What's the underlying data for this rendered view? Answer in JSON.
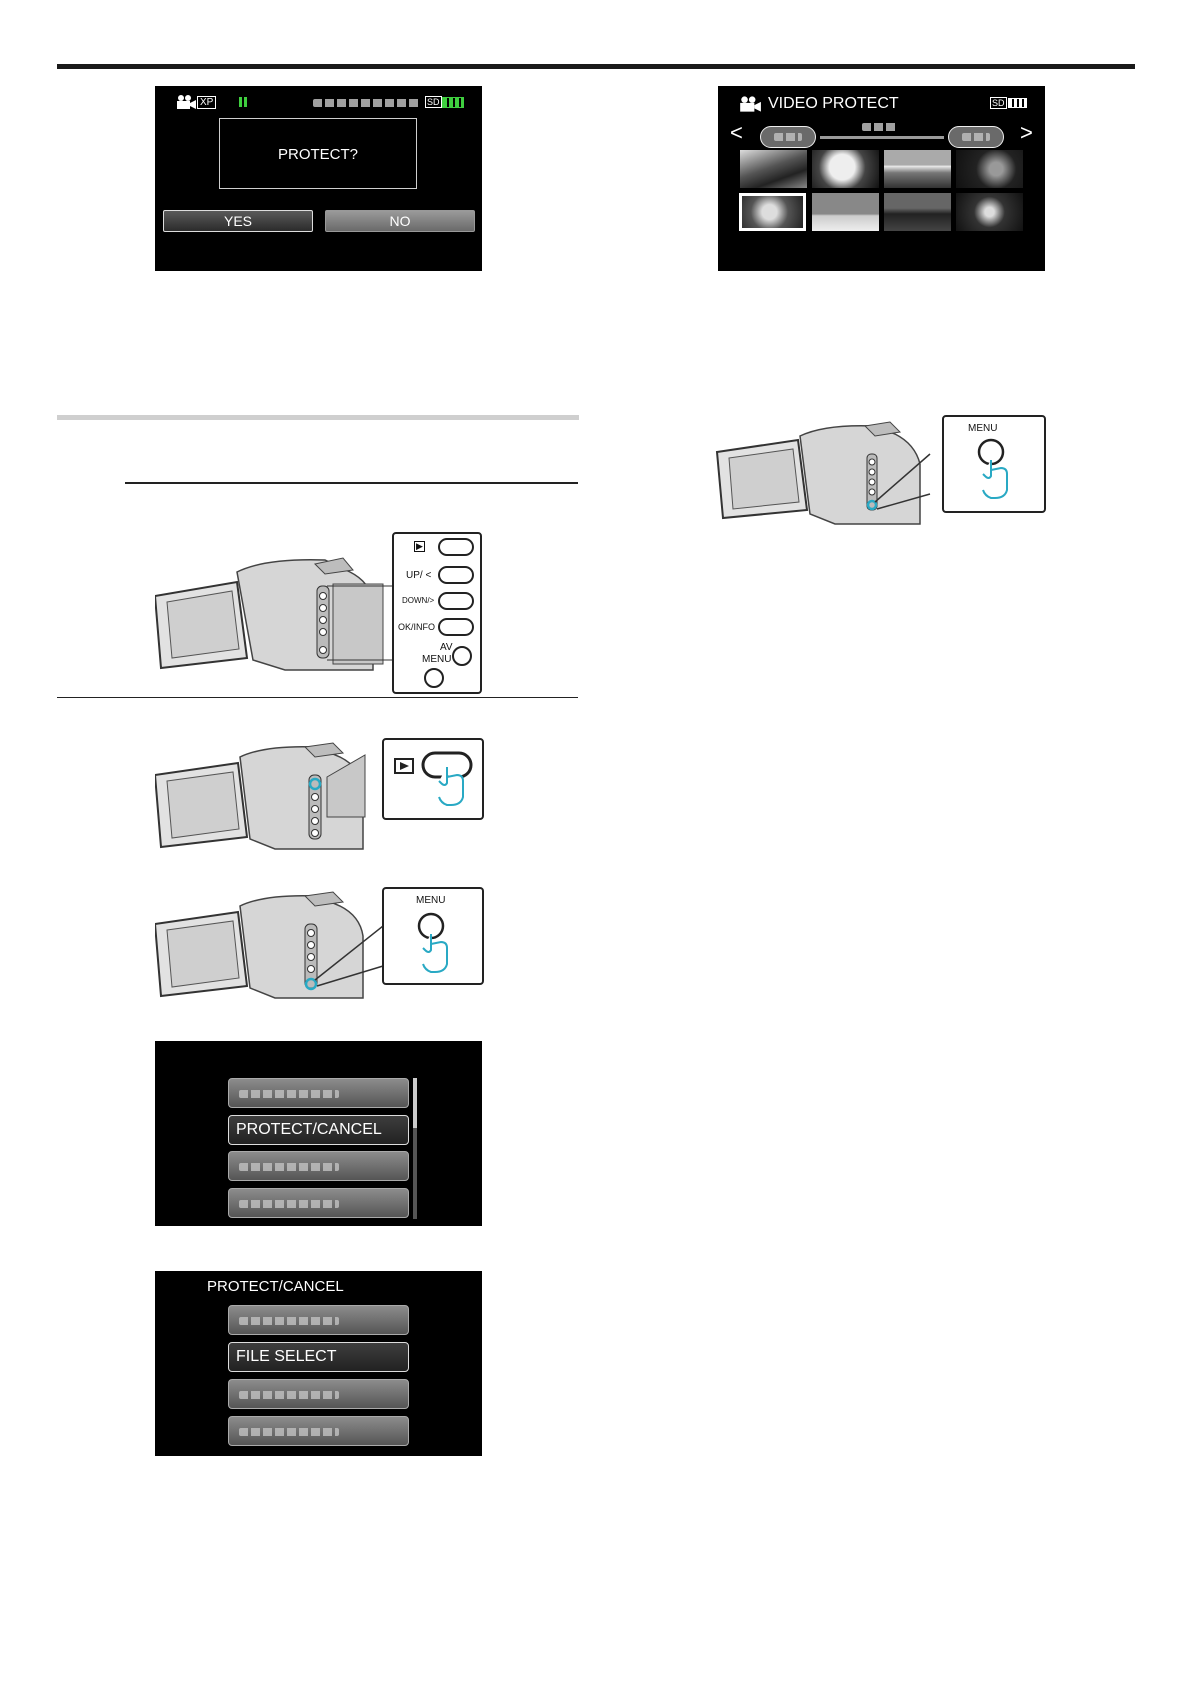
{
  "protect_confirm": {
    "question": "PROTECT?",
    "yes_label": "YES",
    "no_label": "NO",
    "mode_icon": "video-camera-icon",
    "quality_badge": "XP",
    "media_badge": "SD"
  },
  "video_protect": {
    "title": "VIDEO PROTECT",
    "media_badge": "SD",
    "prev_glyph": "<",
    "next_glyph": ">"
  },
  "camera_buttons": {
    "play_glyph": "▶",
    "up_label": "UP/ <",
    "down_label": "DOWN/>",
    "ok_label": "OK/INFO",
    "av_label": "AV",
    "menu_label": "MENU"
  },
  "menu_screen": {
    "selected_item": "PROTECT/CANCEL"
  },
  "protect_cancel_screen": {
    "title": "PROTECT/CANCEL",
    "selected_item": "FILE SELECT"
  },
  "colors": {
    "highlight": "#29a9c4",
    "lcd_background": "#000000"
  }
}
